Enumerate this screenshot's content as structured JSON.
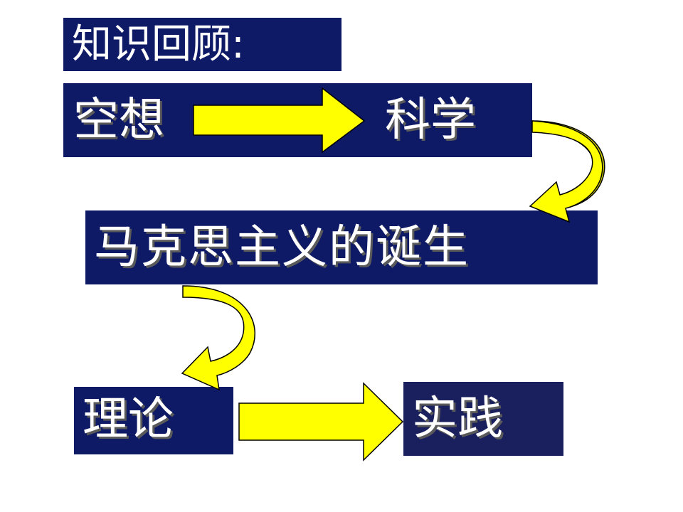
{
  "title": "知识回顾:",
  "row1": {
    "left": "空想",
    "right": "科学"
  },
  "row2": {
    "label": "马克思主义的诞生"
  },
  "row3": {
    "left": "理论",
    "right": "实践"
  },
  "colors": {
    "box_fill": "#0e1a66",
    "box_fill_alt": "#1a1f5e",
    "text": "#ffffff",
    "arrow_fill": "#ffff00",
    "arrow_curve_fill": "#cccc00",
    "arrow_stroke": "#000000"
  }
}
